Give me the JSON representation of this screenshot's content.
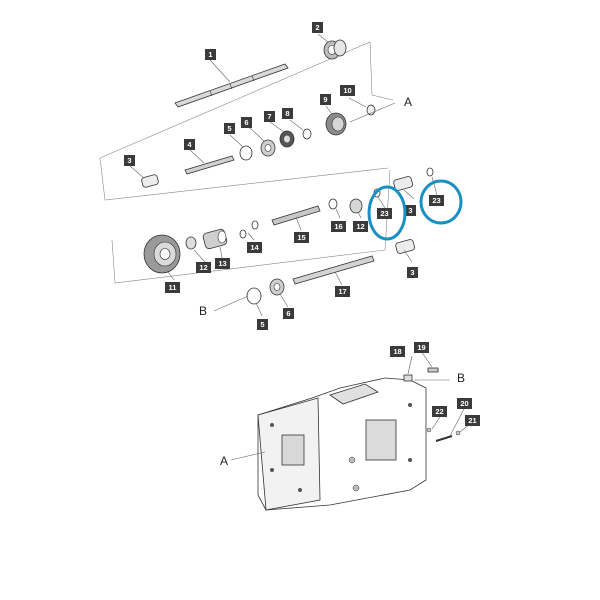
{
  "diagram": {
    "callouts": [
      {
        "id": "c1",
        "text": "1"
      },
      {
        "id": "c2",
        "text": "2"
      },
      {
        "id": "c3a",
        "text": "3"
      },
      {
        "id": "c3b",
        "text": "3"
      },
      {
        "id": "c3c",
        "text": "3"
      },
      {
        "id": "c4",
        "text": "4"
      },
      {
        "id": "c5a",
        "text": "5"
      },
      {
        "id": "c5b",
        "text": "5"
      },
      {
        "id": "c6a",
        "text": "6"
      },
      {
        "id": "c6b",
        "text": "6"
      },
      {
        "id": "c7",
        "text": "7"
      },
      {
        "id": "c8",
        "text": "8"
      },
      {
        "id": "c9",
        "text": "9"
      },
      {
        "id": "c10",
        "text": "10"
      },
      {
        "id": "c11",
        "text": "11"
      },
      {
        "id": "c12a",
        "text": "12"
      },
      {
        "id": "c12b",
        "text": "12"
      },
      {
        "id": "c13",
        "text": "13"
      },
      {
        "id": "c14",
        "text": "14"
      },
      {
        "id": "c15",
        "text": "15"
      },
      {
        "id": "c16",
        "text": "16"
      },
      {
        "id": "c17",
        "text": "17"
      },
      {
        "id": "c18",
        "text": "18"
      },
      {
        "id": "c19",
        "text": "19"
      },
      {
        "id": "c20",
        "text": "20"
      },
      {
        "id": "c21",
        "text": "21"
      },
      {
        "id": "c22",
        "text": "22"
      },
      {
        "id": "c23a",
        "text": "23"
      },
      {
        "id": "c23b",
        "text": "23"
      }
    ],
    "letters": {
      "a_top": "A",
      "b_left": "B",
      "b_right": "B",
      "a_housing": "A"
    },
    "highlight_color": "#1a8fc4"
  }
}
